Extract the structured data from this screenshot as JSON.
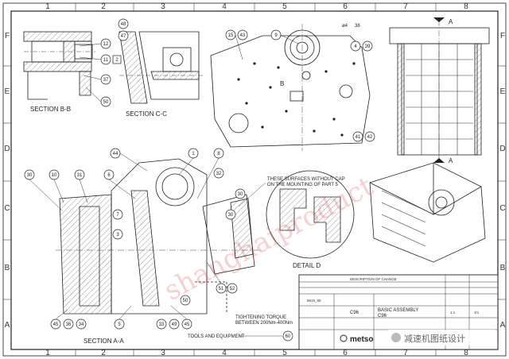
{
  "grid": {
    "columns_top": [
      "1",
      "2",
      "3",
      "4",
      "5",
      "6",
      "7",
      "8"
    ],
    "columns_bottom": [
      "1",
      "2",
      "3",
      "4",
      "5",
      "6",
      "7",
      "8"
    ],
    "rows_left": [
      "F",
      "E",
      "D",
      "C",
      "B",
      "A"
    ],
    "rows_right": [
      "F",
      "E",
      "D",
      "C",
      "B",
      "A"
    ]
  },
  "sections": {
    "bb": "SECTION B-B",
    "cc": "SECTION C-C",
    "aa": "SECTION A-A",
    "detail": "DETAIL D"
  },
  "section_markers": {
    "a_top": "A",
    "a_bottom": "A",
    "b_mark": "B"
  },
  "notes": {
    "surfaces_1": "THESE SURFACES WITHOUT CAP",
    "surfaces_2": "ON THE MOUNTING OF PART 5",
    "torque_1": "TIGHTENING TORQUE",
    "torque_2": "BETWEEN 200Nm-400Nm",
    "tools": "TOOLS AND EQUIPMENT"
  },
  "dims": {
    "d_top": "ø4",
    "d_top2": "38"
  },
  "balloons": {
    "b12": "12",
    "b11": "11",
    "b2": "2",
    "b37": "37",
    "b50a": "50",
    "b48": "48",
    "b47": "47",
    "b15": "15",
    "b43": "43",
    "b9": "9",
    "b4": "4",
    "b39": "39",
    "b41": "41",
    "b42": "42",
    "b44": "44",
    "b1": "1",
    "b8": "8",
    "b32": "32",
    "b30a": "30",
    "b30b": "30",
    "b10": "10",
    "b31": "31",
    "b6": "6",
    "b7": "7",
    "b3": "3",
    "b30c": "30",
    "b45a": "45",
    "b36": "36",
    "b34": "34",
    "b5": "5",
    "b33": "33",
    "b49": "49",
    "b45b": "45",
    "b50b": "50",
    "b51": "51",
    "b52": "52",
    "b60": "60"
  },
  "title_block": {
    "heading": "DESCRIPTION OF CHANGE",
    "company": "metso",
    "model": "C96",
    "title": "BASIC ASSEMBLY",
    "subtitle": "C96",
    "part_no": "8919_85",
    "scale": "1:1",
    "sheet": "3/1"
  },
  "watermark": "shanghaiproduct",
  "wechat_label": "减速机图纸设计"
}
